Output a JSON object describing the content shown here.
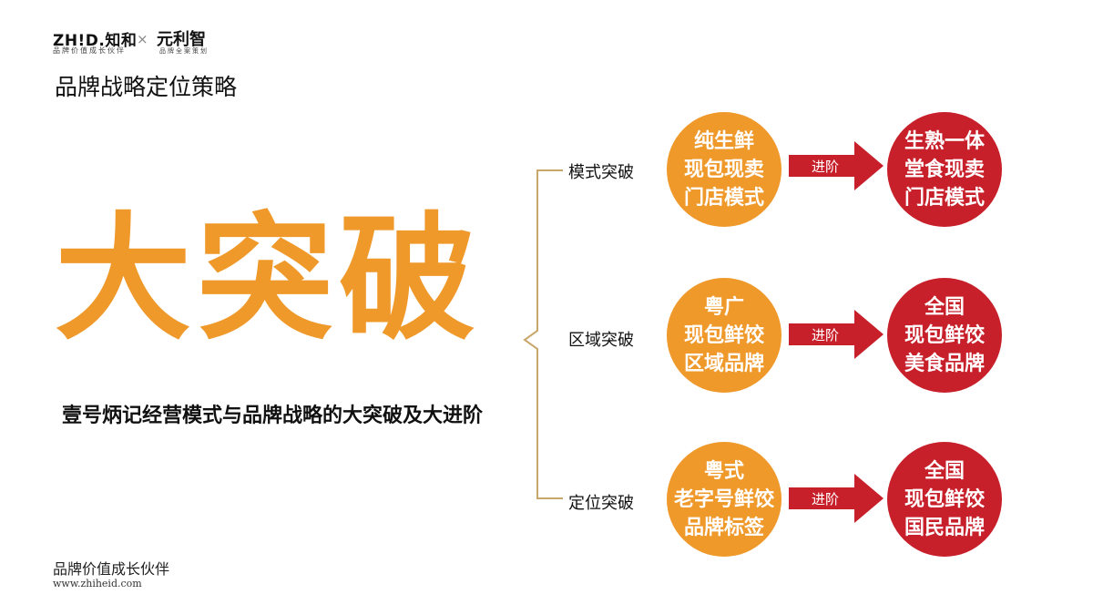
{
  "header": {
    "logo_zhid": "ZH!D.知和",
    "logo_zhid_sub": "品牌价值成长伙伴",
    "logo_separator": "×",
    "logo_yuan": "元利智",
    "logo_yuan_sub": "品牌全案策划",
    "page_title": "品牌战略定位策略"
  },
  "main": {
    "big_title": "大突破",
    "subtitle": "壹号炳记经营模式与品牌战略的大突破及大进阶"
  },
  "branches": [
    {
      "label": "模式突破",
      "from": [
        "纯生鲜",
        "现包现卖",
        "门店模式"
      ],
      "arrow": "进阶",
      "to": [
        "生熟一体",
        "堂食现卖",
        "门店模式"
      ]
    },
    {
      "label": "区域突破",
      "from": [
        "粤广",
        "现包鲜饺",
        "区域品牌"
      ],
      "arrow": "进阶",
      "to": [
        "全国",
        "现包鲜饺",
        "美食品牌"
      ]
    },
    {
      "label": "定位突破",
      "from": [
        "粤式",
        "老字号鲜饺",
        "品牌标签"
      ],
      "arrow": "进阶",
      "to": [
        "全国",
        "现包鲜饺",
        "国民品牌"
      ]
    }
  ],
  "footer": {
    "title": "品牌价值成长伙伴",
    "url": "www.zhiheid.com"
  },
  "colors": {
    "orange": "#f0992b",
    "red": "#c8202a",
    "bracket": "#c9a76a"
  }
}
